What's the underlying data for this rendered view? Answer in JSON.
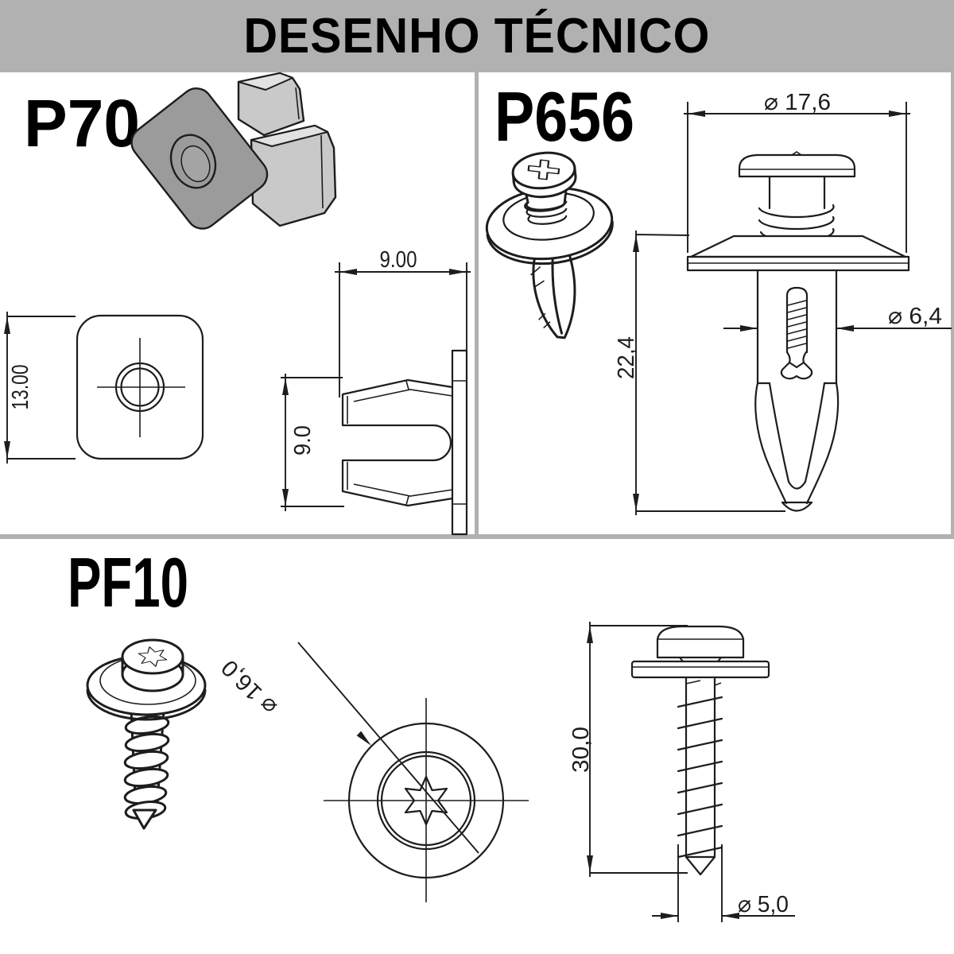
{
  "header": {
    "title": "DESENHO TÉCNICO"
  },
  "colors": {
    "band": "#b1b1b1",
    "line": "#1d1d1d",
    "shade_mid": "#9b9b9b",
    "shade_light": "#c9c9c9"
  },
  "parts": {
    "p70": {
      "label": "P70",
      "dim_width": "9.00",
      "dim_height": "13.00",
      "dim_depth": "9.0"
    },
    "p656": {
      "label": "P656",
      "dim_head_diameter": "⌀ 17,6",
      "dim_length": "22,4",
      "dim_shaft_diameter": "⌀ 6,4"
    },
    "pf10": {
      "label": "PF10",
      "dim_washer_diameter": "⌀ 16,0",
      "dim_length": "30,0",
      "dim_thread_diameter": "⌀ 5,0"
    }
  }
}
